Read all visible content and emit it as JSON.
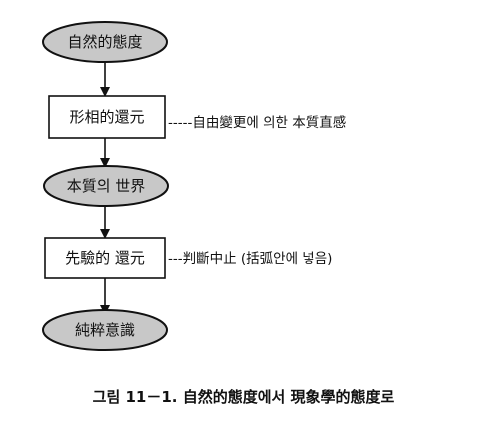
{
  "diagram": {
    "nodes": {
      "natural_attitude": "自然的態度",
      "eidetic_reduction": "形相的還元",
      "world_of_essences": "本質의 世界",
      "transcendental_reduction": "先驗的 還元",
      "pure_consciousness": "純粹意識"
    },
    "annotations": {
      "eidetic": "-----自由變更에 의한 本質直感",
      "transcendental": "---判斷中止 (括弧안에 넣음)"
    },
    "caption": "그림 11－1. 自然的態度에서 現象學的態度로",
    "colors": {
      "ellipse_fill": "#c8c8c8",
      "box_fill": "#ffffff",
      "stroke": "#111111"
    }
  }
}
